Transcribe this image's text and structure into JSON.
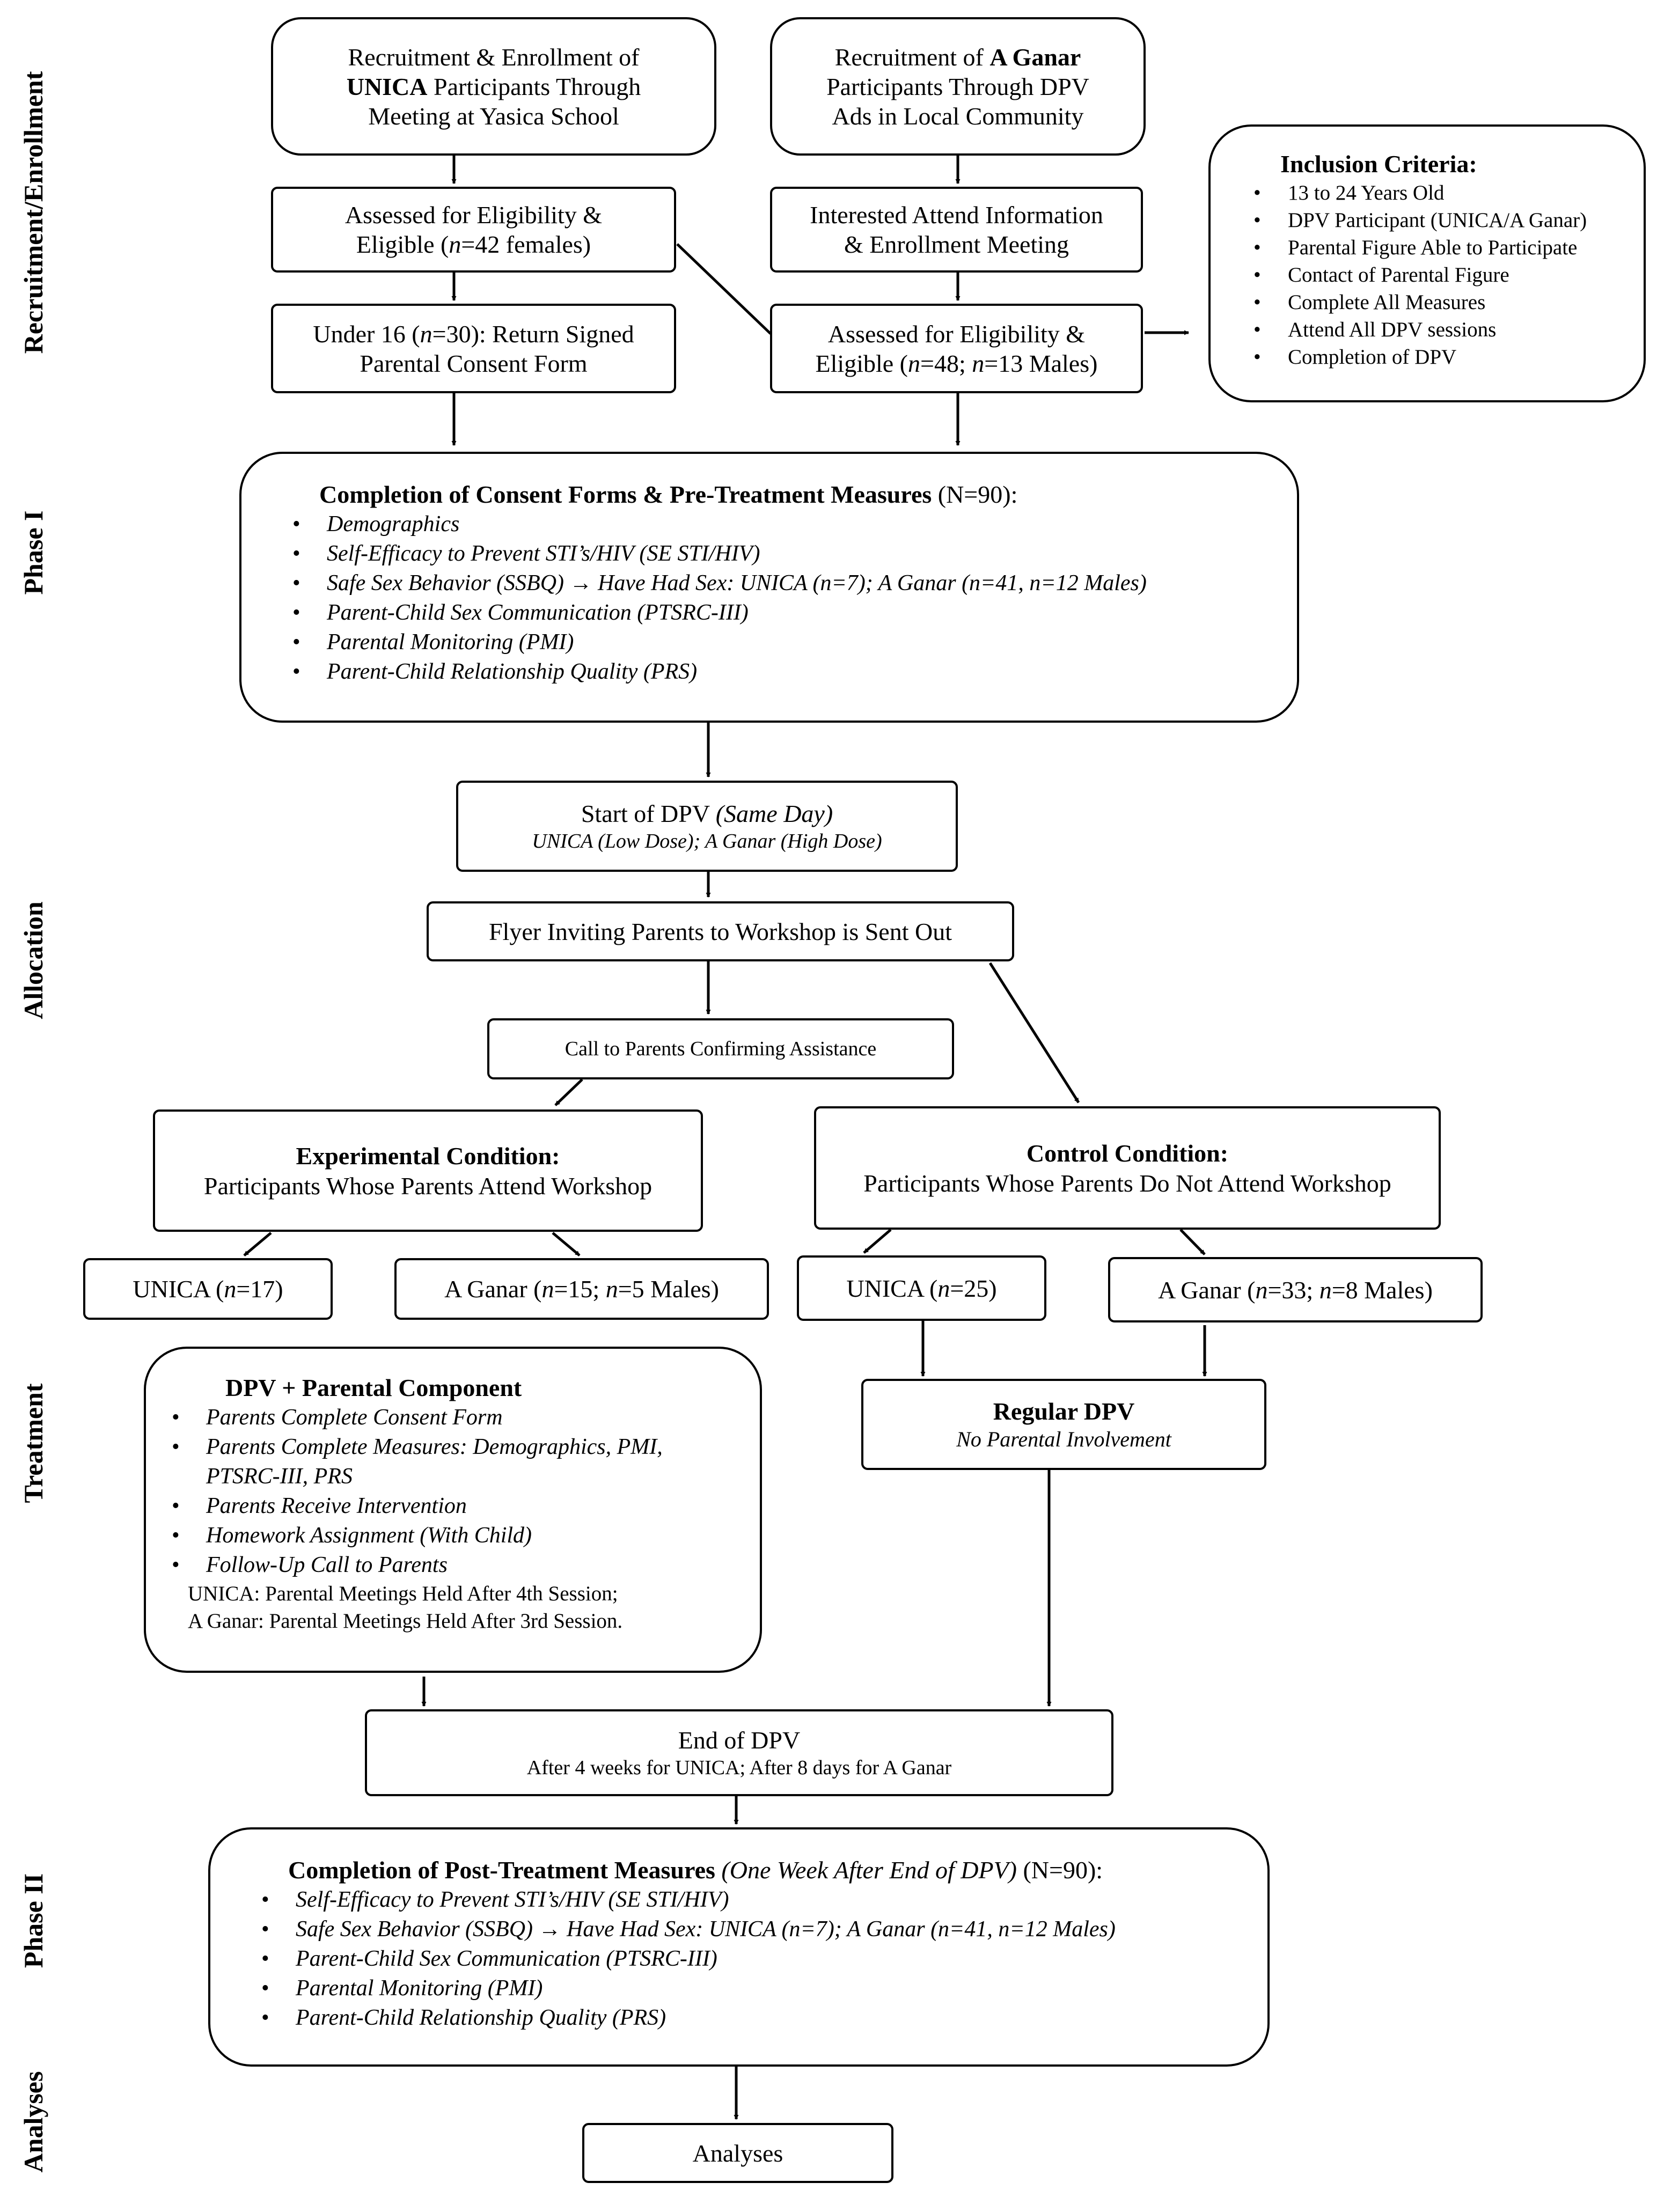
{
  "phases": {
    "recruitment": "Recruitment/Enrollment",
    "phase1": "Phase I",
    "allocation": "Allocation",
    "treatment": "Treatment",
    "phase2": "Phase II",
    "analyses": "Analyses"
  },
  "unica_recruit": {
    "line1": "Recruitment & Enrollment of",
    "line2_bold": "UNICA",
    "line2_rest": " Participants Through",
    "line3": "Meeting at Yasica School"
  },
  "aganar_recruit": {
    "line1_pre": "Recruitment of ",
    "line1_bold": "A Ganar",
    "line2": "Participants Through DPV",
    "line3": "Ads in Local Community"
  },
  "unica_assessed": {
    "line1": "Assessed for Eligibility &",
    "line2_pre": "Eligible (",
    "line2_n": "n",
    "line2_post": "=42 females)"
  },
  "aganar_interested": {
    "line1": "Interested Attend Information",
    "line2": "& Enrollment Meeting"
  },
  "under16": {
    "line1_pre": "Under 16 (",
    "line1_n": "n",
    "line1_post": "=30): Return Signed",
    "line2": "Parental Consent Form"
  },
  "aganar_assessed": {
    "line1": "Assessed for Eligibility &",
    "line2_pre": "Eligible (",
    "line2_n1": "n",
    "line2_mid": "=48; ",
    "line2_n2": "n",
    "line2_post": "=13 Males)"
  },
  "inclusion": {
    "title": "Inclusion Criteria:",
    "items": [
      "13 to 24 Years Old",
      "DPV Participant (UNICA/A Ganar)",
      "Parental Figure Able to Participate",
      "Contact of Parental Figure",
      "Complete All Measures",
      "Attend All DPV sessions",
      "Completion of DPV"
    ]
  },
  "pretreatment": {
    "title_bold": "Completion of Consent Forms & Pre-Treatment Measures",
    "title_rest": " (N=90):",
    "items": [
      "Demographics",
      "Self-Efficacy to Prevent STI’s/HIV (SE STI/HIV)",
      "Safe Sex Behavior (SSBQ) → Have Had Sex: UNICA (n=7); A Ganar (n=41, n=12 Males)",
      "Parent-Child Sex Communication (PTSRC-III)",
      "Parental Monitoring (PMI)",
      "Parent-Child Relationship Quality (PRS)"
    ]
  },
  "start_dpv": {
    "line1_pre": "Start of DPV ",
    "line1_it": "(Same Day)",
    "line2": "UNICA (Low Dose); A Ganar (High Dose)"
  },
  "flyer": "Flyer Inviting Parents to Workshop is Sent Out",
  "call": "Call to Parents Confirming Assistance",
  "experimental": {
    "title": "Experimental Condition:",
    "subtitle": "Participants Whose Parents Attend Workshop"
  },
  "control": {
    "title": "Control Condition:",
    "subtitle": "Participants Whose Parents Do Not Attend Workshop"
  },
  "groups": {
    "exp_unica": {
      "pre": "UNICA (",
      "n": "n",
      "post": "=17)"
    },
    "exp_aganar": {
      "pre": "A Ganar (",
      "n1": "n",
      "mid": "=15; ",
      "n2": "n",
      "post": "=5 Males)"
    },
    "ctl_unica": {
      "pre": "UNICA (",
      "n": "n",
      "post": "=25)"
    },
    "ctl_aganar": {
      "pre": "A Ganar (",
      "n1": "n",
      "mid": "=33; ",
      "n2": "n",
      "post": "=8 Males)"
    }
  },
  "dpv_parental": {
    "title": "DPV + Parental Component",
    "items": [
      "Parents Complete Consent Form",
      "Parents Complete Measures: Demographics, PMI,",
      "Parents Receive Intervention",
      "Homework Assignment (With Child)",
      "Follow-Up Call to Parents"
    ],
    "item2_cont": "PTSRC-III, PRS",
    "note1": "UNICA: Parental Meetings Held After 4th Session;",
    "note2": "A Ganar: Parental Meetings Held After 3rd Session."
  },
  "regular_dpv": {
    "title": "Regular DPV",
    "subtitle": "No Parental Involvement"
  },
  "end_dpv": {
    "line1": "End of DPV",
    "line2": "After 4 weeks for UNICA; After 8 days for A Ganar"
  },
  "posttreatment": {
    "title_bold": "Completion of Post-Treatment Measures",
    "title_it": " (One Week After End of DPV)",
    "title_rest": " (N=90):",
    "items": [
      "Self-Efficacy to Prevent STI’s/HIV (SE STI/HIV)",
      "Safe Sex Behavior (SSBQ) → Have Had Sex: UNICA (n=7); A Ganar (n=41, n=12 Males)",
      "Parent-Child Sex Communication (PTSRC-III)",
      "Parental Monitoring (PMI)",
      "Parent-Child Relationship Quality (PRS)"
    ]
  },
  "analyses": "Analyses"
}
